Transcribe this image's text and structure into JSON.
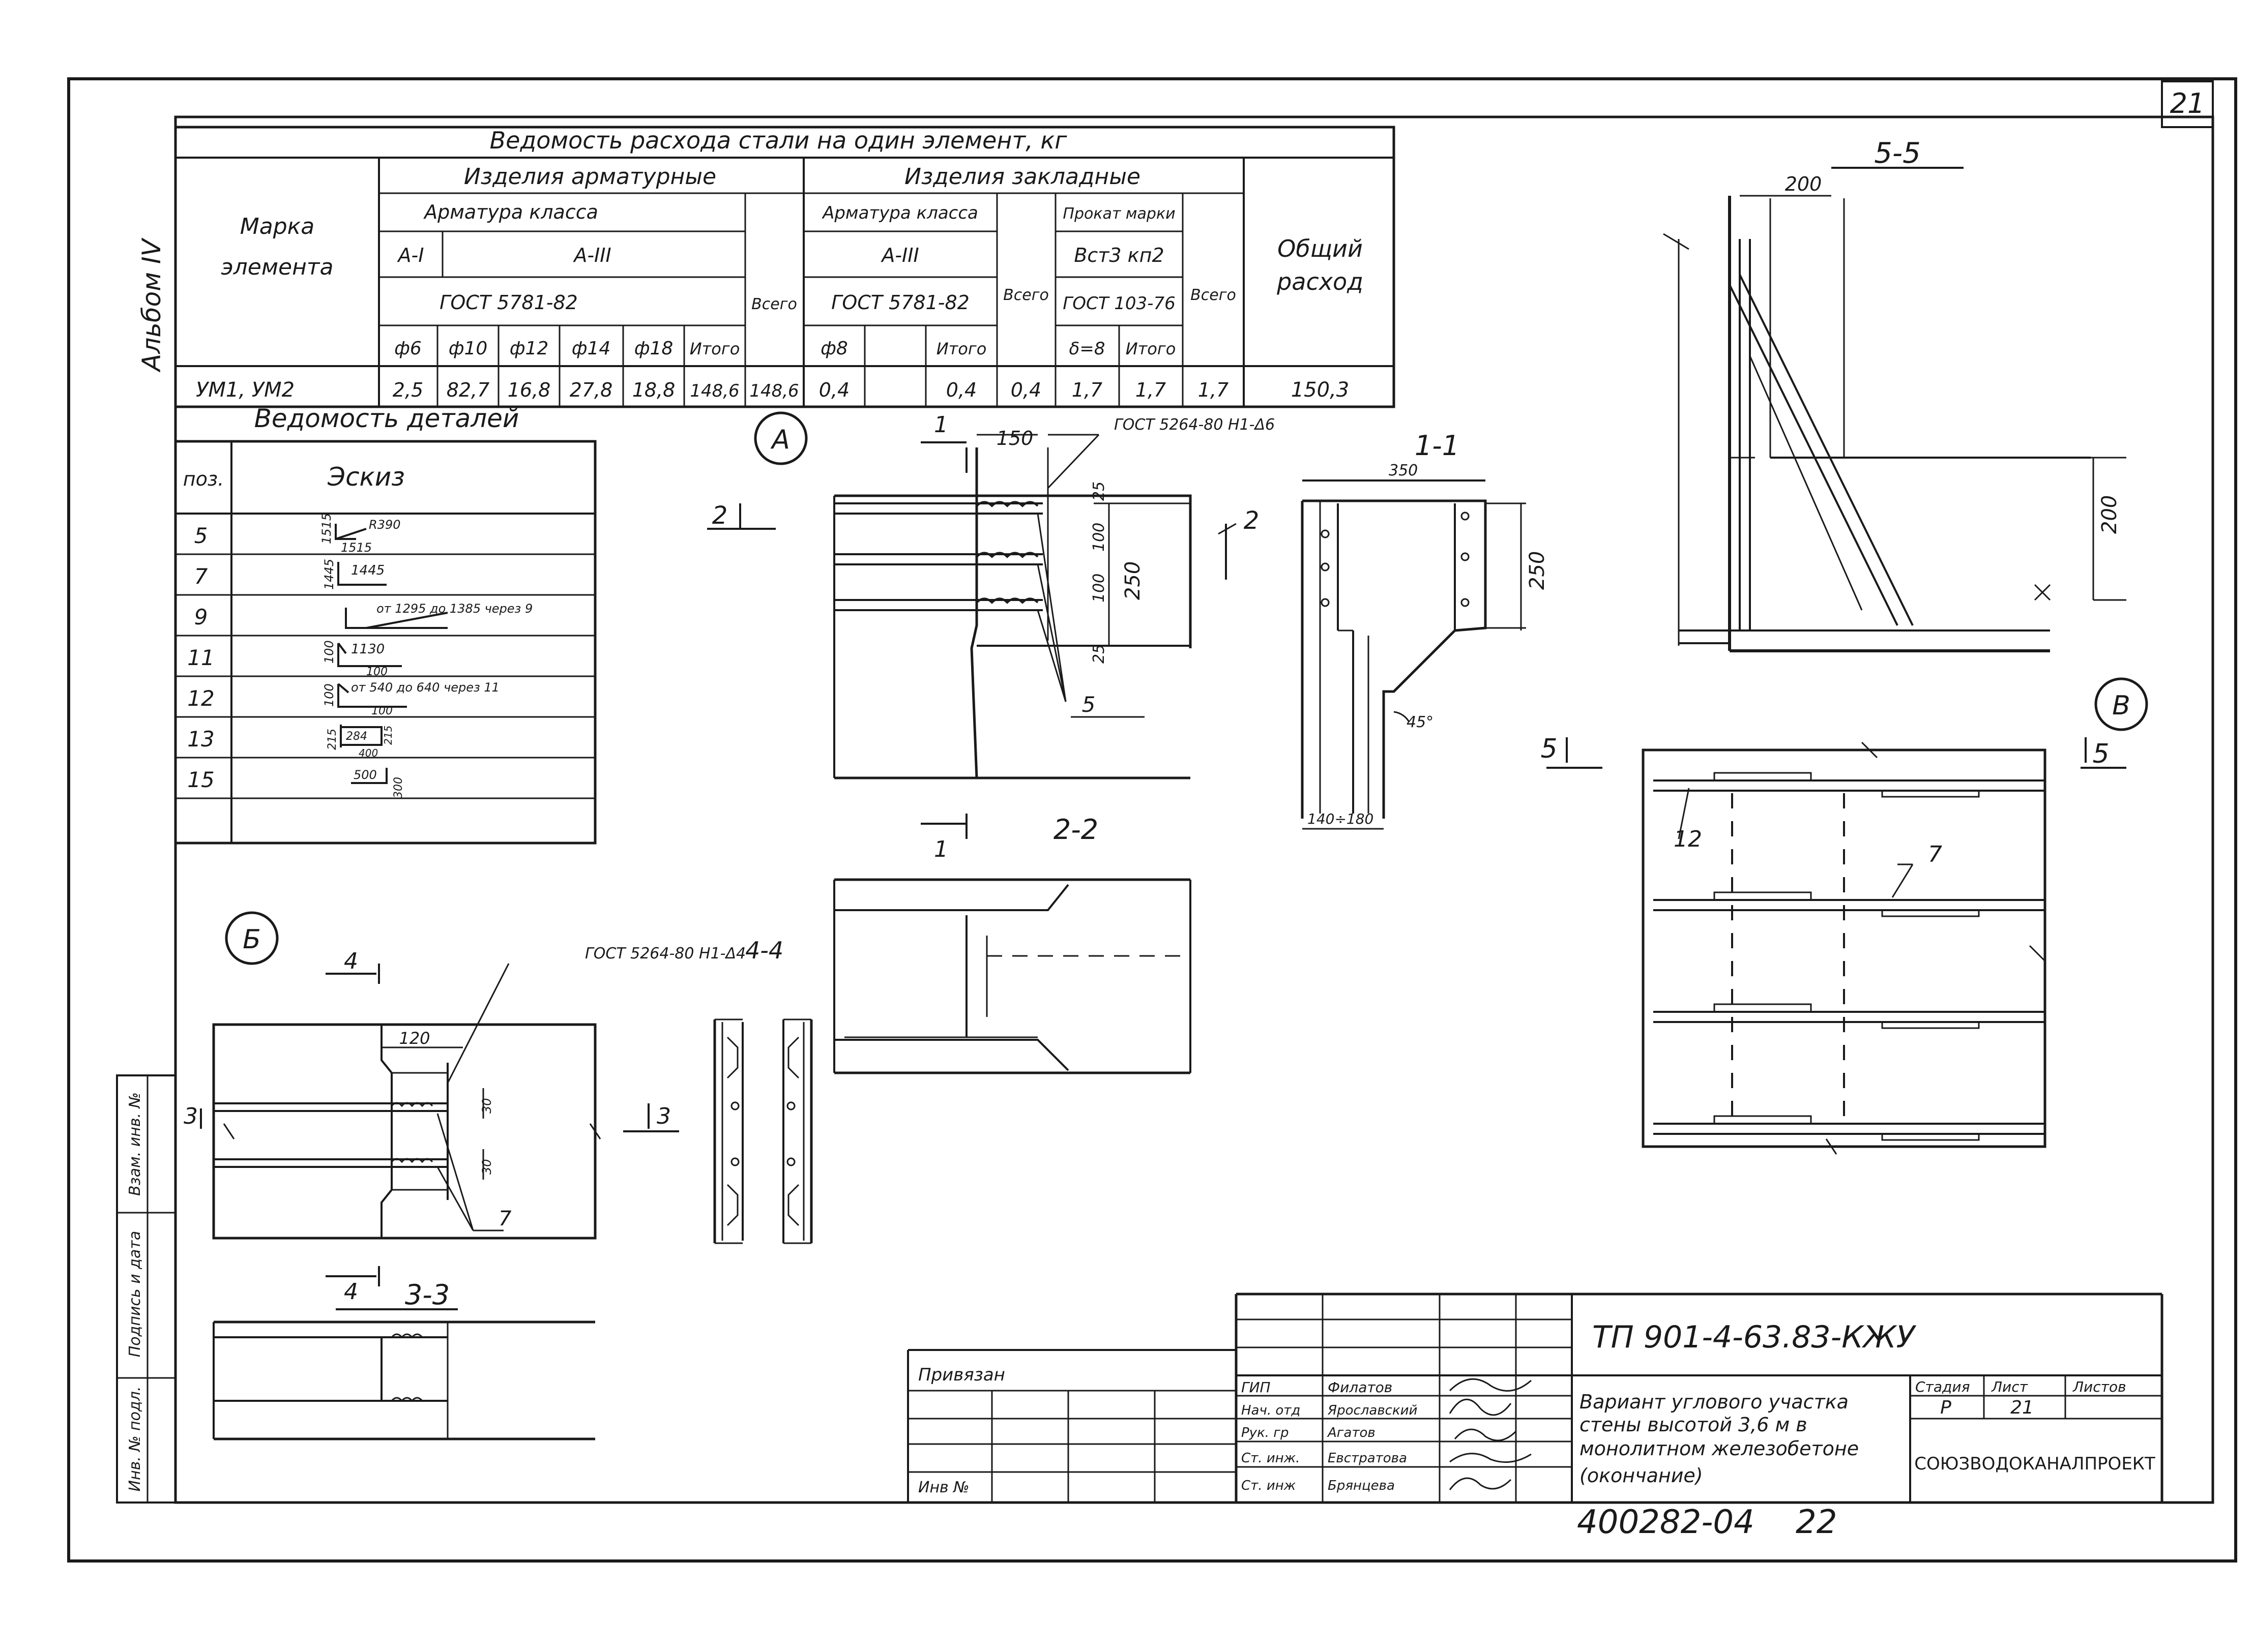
{
  "sheet_corner": "21",
  "album_label": "Альбом IV",
  "steel_table": {
    "title": "Ведомость расхода стали на один элемент, кг",
    "col_mark": [
      "Марка",
      "элемента"
    ],
    "group_arm": "Изделия арматурные",
    "group_emb": "Изделия закладные",
    "arm_class": "Арматура класса",
    "cls_ai": "A-I",
    "cls_aiii": "A-III",
    "gost_arm": "ГОСТ 5781-82",
    "vsego": "Всего",
    "emb_arm_class": "Арматура класса",
    "emb_cls": "A-III",
    "emb_gost": "ГОСТ 5781-82",
    "prokat": "Прокат марки",
    "prokat_mark": "Вст3 кп2",
    "prokat_gost": "ГОСТ 103-76",
    "total_head": [
      "Общий",
      "расход"
    ],
    "sub_heads": [
      "ф6",
      "ф10",
      "ф12",
      "ф14",
      "ф18",
      "Итого",
      "ф8",
      "Итого",
      "δ=8",
      "Итого"
    ],
    "row_mark": "УМ1, УМ2",
    "row_arm": [
      "2,5",
      "82,7",
      "16,8",
      "27,8",
      "18,8",
      "148,6"
    ],
    "row_arm_total": "148,6",
    "row_emb_arm": [
      "0,4",
      "0,4"
    ],
    "row_emb_arm_total": "0,4",
    "row_prokat": [
      "1,7",
      "1,7"
    ],
    "row_prokat_total": "1,7",
    "row_total": "150,3"
  },
  "details_table": {
    "title": "Ведомость деталей",
    "col_pos": "поз.",
    "col_sketch": "Эскиз",
    "rows": [
      {
        "pos": "5",
        "dims": [
          "1515",
          "R390",
          "1515"
        ]
      },
      {
        "pos": "7",
        "dims": [
          "1445",
          "1445"
        ]
      },
      {
        "pos": "9",
        "dims": [
          "от 1295 до 1385 через 9"
        ]
      },
      {
        "pos": "11",
        "dims": [
          "100",
          "1130",
          "100"
        ]
      },
      {
        "pos": "12",
        "dims": [
          "100",
          "от 540 до 640 через 11",
          "100"
        ]
      },
      {
        "pos": "13",
        "dims": [
          "215",
          "284",
          "215",
          "400"
        ]
      },
      {
        "pos": "15",
        "dims": [
          "500",
          "300"
        ]
      }
    ]
  },
  "views": {
    "node_a": "А",
    "node_b": "Б",
    "node_v": "В",
    "sec_11": "1-1",
    "sec_22": "2-2",
    "sec_33": "3-3",
    "sec_44": "4-4",
    "sec_55": "5-5",
    "cut1": "1",
    "cut2": "2",
    "cut3": "3",
    "cut4": "4",
    "cut5": "5",
    "weld_a": "ГОСТ 5264-80 Н1-Δ6",
    "weld_b": "ГОСТ 5264-80 Н1-Δ4",
    "d150": "150",
    "d25a": "25",
    "d100a": "100",
    "d250": "250",
    "d100b": "100",
    "d25b": "25",
    "pos5": "5",
    "d350": "350",
    "d250b": "250",
    "d45": "45°",
    "d140": "140÷180",
    "d200a": "200",
    "d200b": "200",
    "d120": "120",
    "d30a": "30",
    "d30b": "30",
    "pos7a": "7",
    "pos12": "12",
    "pos7b": "7"
  },
  "title_block": {
    "doc_code": "ТП 901-4-63.83-КЖУ",
    "privyazan": "Привязан",
    "inv_no": "Инв №",
    "roles": [
      "ГИП",
      "Нач. отд",
      "Рук. гр",
      "Ст. инж.",
      "Ст. инж"
    ],
    "names": [
      "Филатов",
      "Ярославский",
      "Агатов",
      "Евстратова",
      "Брянцева"
    ],
    "title_lines": [
      "Вариант углового участка",
      "стены высотой 3,6 м в",
      "монолитном железобетоне",
      "(окончание)"
    ],
    "stage_h": "Стадия",
    "sheet_h": "Лист",
    "sheets_h": "Листов",
    "stage": "Р",
    "sheet": "21",
    "org": "СОЮЗВОДОКАНАЛПРОЕКТ"
  },
  "side_labels": [
    "Инв. № подл.",
    "Подпись и дата",
    "Взам. инв. №"
  ],
  "footer": {
    "number": "400282-04",
    "page": "22"
  }
}
